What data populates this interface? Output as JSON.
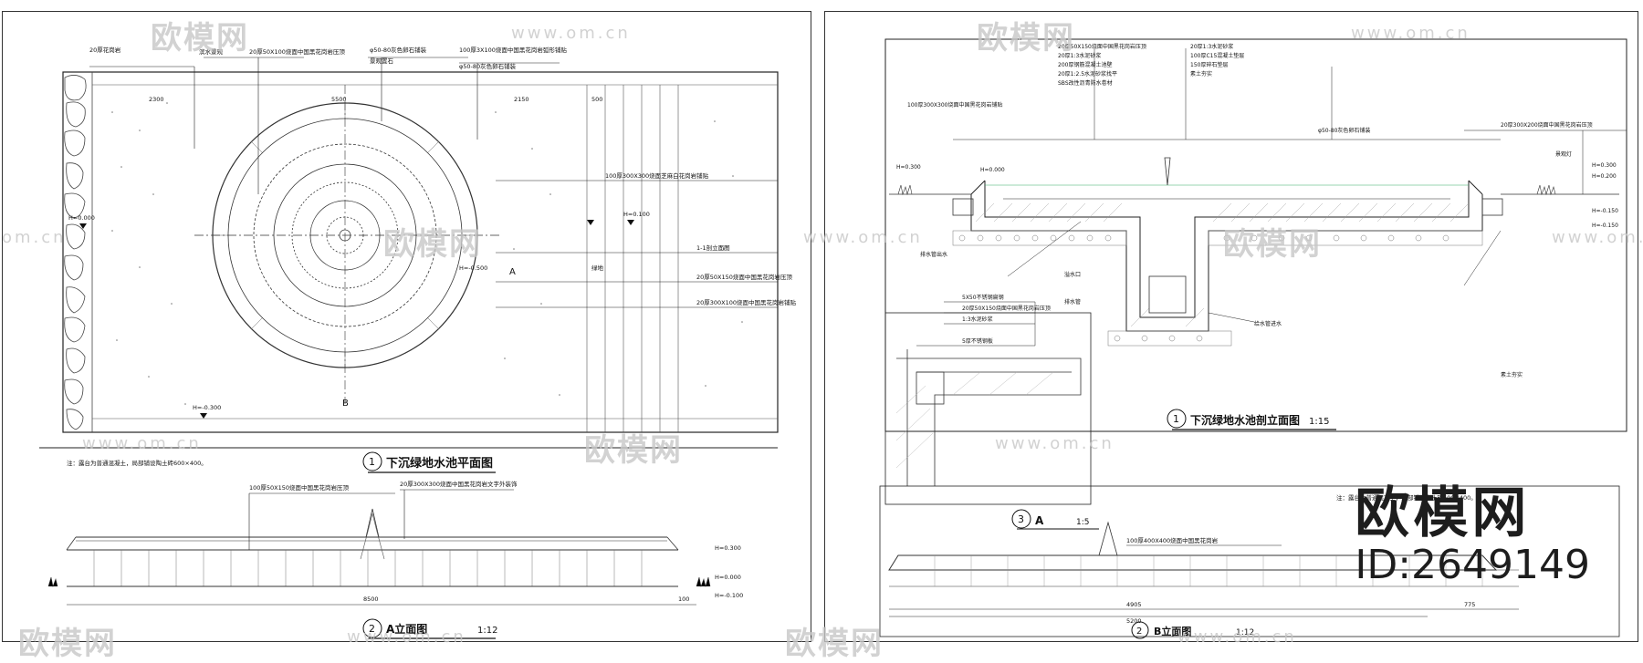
{
  "left_sheet": {
    "plan_title": "下沉绿地水池平面图",
    "plan_number": "1",
    "plan_note": "注：露台为普通混凝土，局部铺设陶土砖600×400。",
    "plan_callouts_top": [
      "20厚花岗岩",
      "滨水景观",
      "20厚50X100烧面中国黑花岗岩压顶",
      "φ50-80灰色卵石铺装",
      "景观置石",
      "100厚3X100烧面中国黑花岗岩弧形铺贴",
      "φ50-80灰色卵石铺装"
    ],
    "plan_callouts_right": [
      "100厚300X300烧面芝麻白花岗岩铺贴",
      "1-1剖立面图",
      "20厚50X150烧面中国黑花岗岩压顶",
      "20厚300X100烧面中国黑花岗岩铺贴"
    ],
    "plan_labels": [
      "H=0.000",
      "H=-0.500",
      "H=0.100",
      "H=-0.300",
      "绿地",
      "A",
      "B"
    ],
    "plan_dims": [
      "2300",
      "5500",
      "2150",
      "500"
    ],
    "elev_title": "A立面图",
    "elev_number": "2",
    "elev_scale": "1:12",
    "elev_callouts": [
      "100厚50X150烧面中国黑花岗岩压顶",
      "20厚300X300烧面中国黑花岗岩文字外装饰"
    ],
    "elev_levels": [
      "H=0.300",
      "H=0.000",
      "H=-0.100"
    ],
    "elev_dims": [
      "8500",
      "100"
    ]
  },
  "right_sheet": {
    "section_title": "下沉绿地水池剖立面图",
    "section_number": "1",
    "section_scale": "1:15",
    "section_callouts_top": [
      "20厚50X150烧面中国黑花岗岩压顶",
      "20厚1:3水泥砂浆",
      "200厚钢筋混凝土池壁",
      "20厚1:2.5水泥砂浆找平",
      "SBS改性沥青防水卷材",
      "20厚1:3水泥砂浆",
      "100厚C15混凝土垫层",
      "150厚碎石垫层",
      "素土夯实",
      "100厚300X300烧面中国黑花岗岩铺贴",
      "φ50-80灰色卵石铺装"
    ],
    "section_callouts_right": [
      "20厚300X200烧面中国黑花岗岩压顶",
      "景观灯",
      "H=0.300",
      "H=0.200",
      "H=-0.150"
    ],
    "section_callouts_lower": [
      "排水管出水",
      "溢水口",
      "排水管",
      "给水管进水",
      "素土夯实"
    ],
    "section_levels": [
      "H=0.300",
      "H=-0.150",
      "H=0.000"
    ],
    "detail_title": "A",
    "detail_number": "3",
    "detail_scale": "1:5",
    "detail_callouts": [
      "5X50不锈钢扁钢",
      "20厚50X150烧面中国黑花岗岩压顶",
      "1:3水泥砂浆",
      "5厚不锈钢板"
    ],
    "elev_title": "B立面图",
    "elev_number": "2",
    "elev_scale": "1:12",
    "elev_callout": "100厚400X400烧面中国黑花岗岩",
    "elev_dims": [
      "4905",
      "5200",
      "775"
    ],
    "elev_note": "注：露台为普通混凝土，局部铺设陶土砖600×400。"
  },
  "watermarks": {
    "brand_cn": "欧模网",
    "url": "www.om.cn",
    "url_left": "om.cn"
  },
  "brand": {
    "name": "欧模网",
    "id": "ID:2649149"
  }
}
